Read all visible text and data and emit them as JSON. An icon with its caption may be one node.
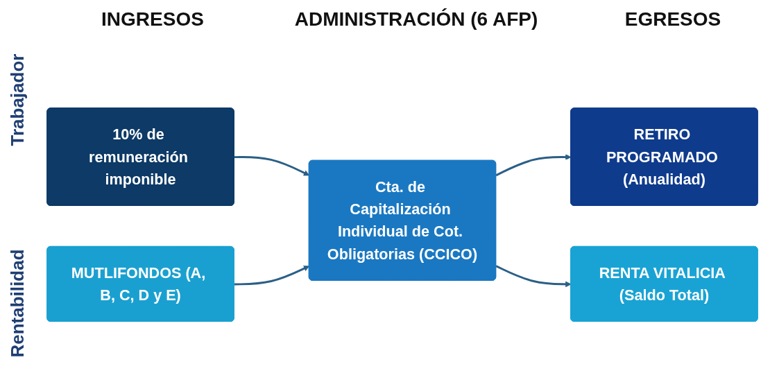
{
  "diagram": {
    "nodes": [
      {
        "text": [
          "10% de remuneración imponible"
        ]
      },
      {
        "text": [
          "MUTLIFONDOS (A, B, C, D y E)"
        ]
      },
      {
        "text": [
          "Cta. de Capitalización Individual de Cot. Obligatorias (CCICO)"
        ]
      },
      {
        "text": [
          "RETIRO PROGRAMADO (Anualidad)"
        ]
      },
      {
        "text": [
          "RENTA VITALICIA (Saldo Total)"
        ]
      }
    ],
    "edges": [
      {
        "from": 0,
        "to": 2,
        "arrow": "to"
      },
      {
        "from": 1,
        "to": 2,
        "arrow": "to"
      },
      {
        "from": 2,
        "to": 3,
        "arrow": "to"
      },
      {
        "from": 2,
        "to": 4,
        "arrow": "to"
      }
    ],
    "labels": [
      "INGRESOS",
      "ADMINISTRACIÓN (6 AFP)",
      "EGRESOS",
      "Trabajador",
      "Rentabilidad"
    ]
  }
}
